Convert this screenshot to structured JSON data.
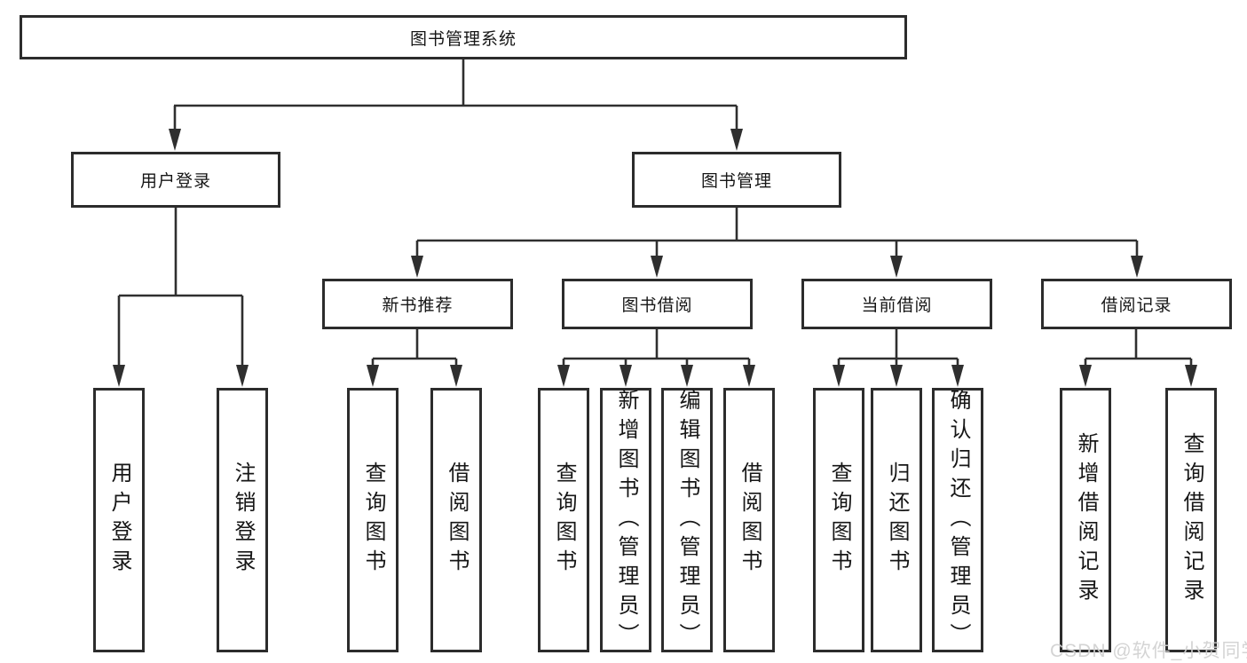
{
  "diagram": {
    "title": "图书管理系统",
    "level2": {
      "user_login": "用户登录",
      "book_mgmt": "图书管理"
    },
    "level3": {
      "new_book_rec": "新书推荐",
      "book_borrow": "图书借阅",
      "current_borrow": "当前借阅",
      "borrow_records": "借阅记录"
    },
    "leaves": {
      "user_login_leaf": "用户登录",
      "logout": "注销登录",
      "nb_query_book": "查询图书",
      "nb_borrow_book": "借阅图书",
      "bb_query_book": "查询图书",
      "bb_add_book": "新增图书（管理员）",
      "bb_edit_book": "编辑图书（管理员）",
      "bb_borrow_book": "借阅图书",
      "cb_query_book": "查询图书",
      "cb_return_book": "归还图书",
      "cb_confirm_return": "确认归还（管理员）",
      "br_add_record": "新增借阅记录",
      "br_query_record": "查询借阅记录"
    },
    "line_color": "#2f2f2f"
  },
  "watermark": "CSDN @软件_小贺同学"
}
